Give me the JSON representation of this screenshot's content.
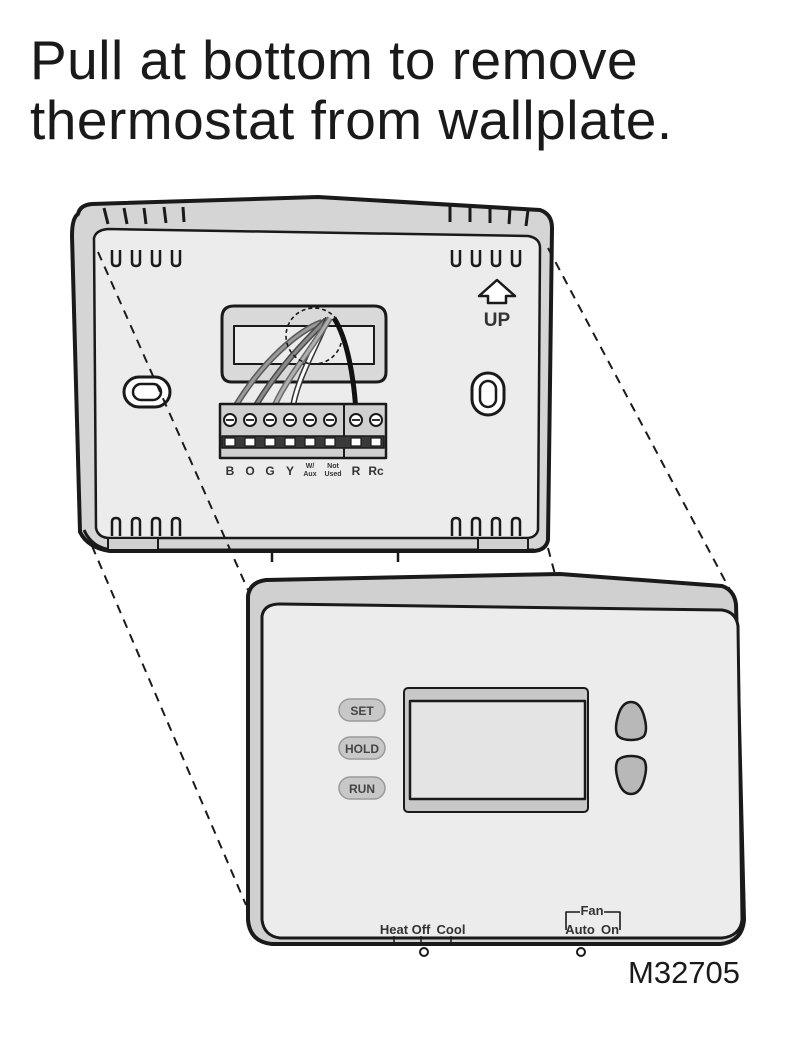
{
  "title": {
    "line1": "Pull at bottom to remove",
    "line2": "thermostat from wallplate."
  },
  "wallplate": {
    "up_label": "UP",
    "terminals": [
      {
        "label": "B"
      },
      {
        "label": "O"
      },
      {
        "label": "G"
      },
      {
        "label": "Y"
      },
      {
        "label1": "W/",
        "label2": "Aux"
      },
      {
        "label1": "Not",
        "label2": "Used"
      },
      {
        "label": "R"
      },
      {
        "label": "Rc"
      }
    ]
  },
  "thermostat": {
    "buttons": {
      "set": "SET",
      "hold": "HOLD",
      "run": "RUN"
    },
    "system_switch": {
      "heat": "Heat",
      "off": "Off",
      "cool": "Cool"
    },
    "fan_switch": {
      "title": "Fan",
      "auto": "Auto",
      "on": "On"
    }
  },
  "figure_id": "M32705"
}
